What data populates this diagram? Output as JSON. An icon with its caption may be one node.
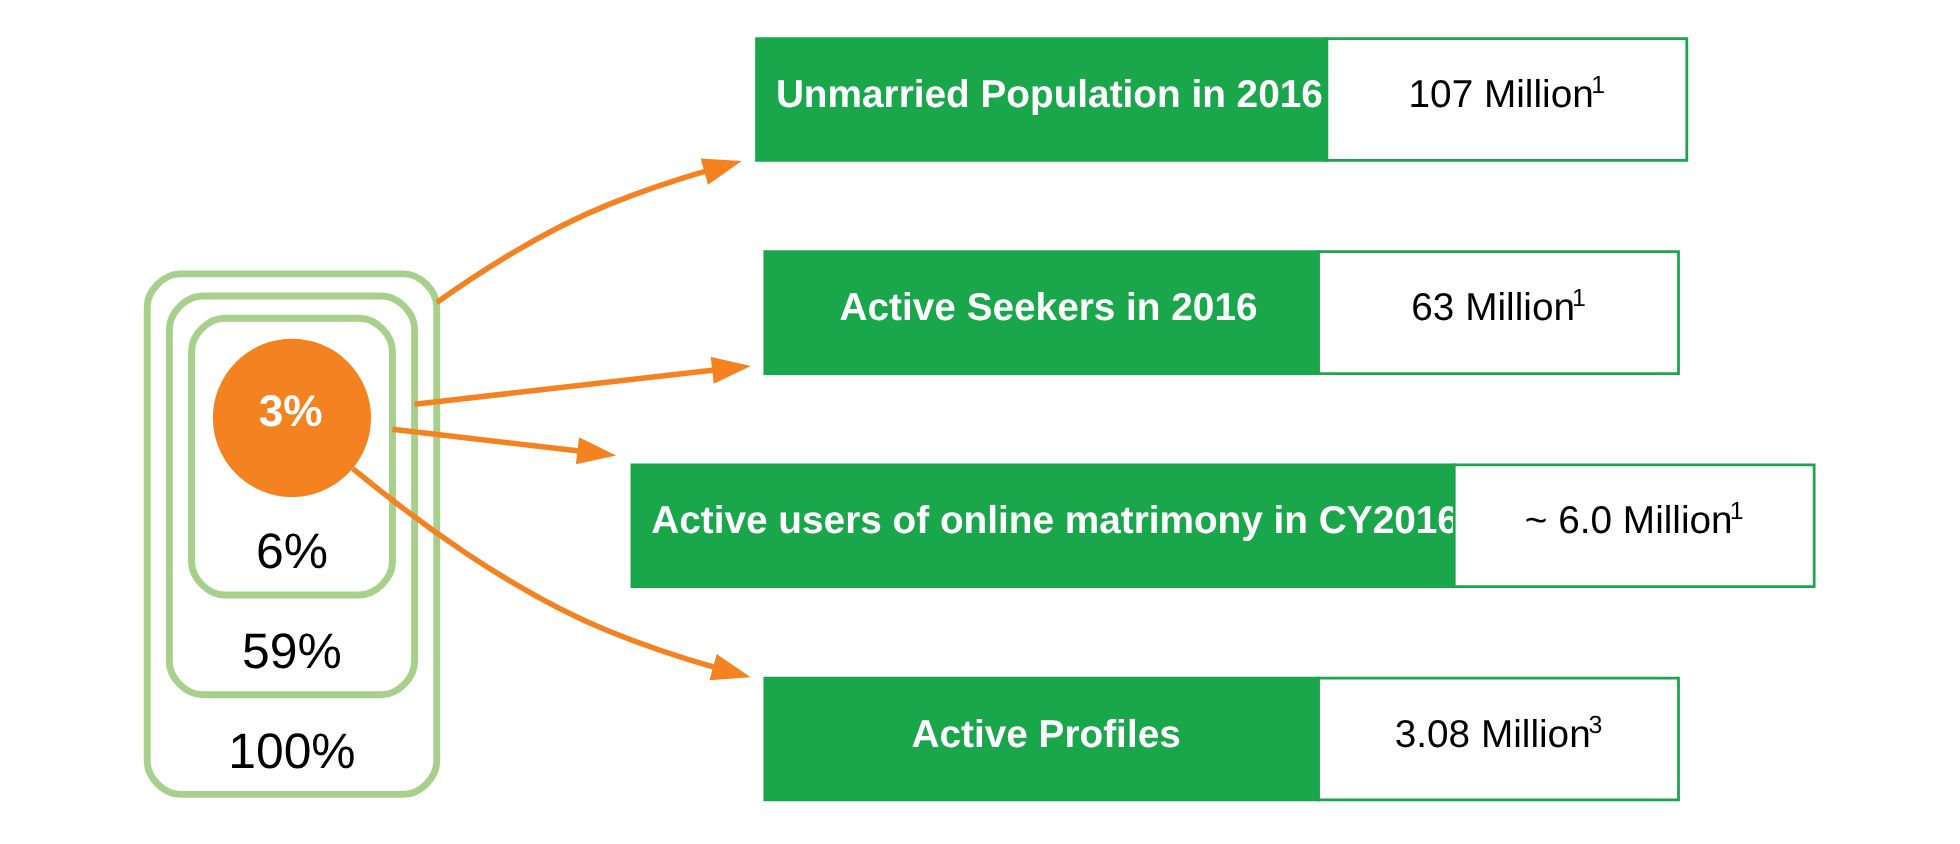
{
  "diagram": {
    "nodes": [
      {
        "text": [
          "100%"
        ]
      },
      {
        "text": [
          "59%"
        ],
        "in": 0
      },
      {
        "text": [
          "6%"
        ],
        "in": 1
      },
      {
        "text": [
          "3%"
        ],
        "in": 2
      },
      {
        "text": [
          "Unmarried Population in 2016"
        ],
        "beside": [
          "107 Million$^{1}$"
        ]
      },
      {
        "text": [
          "Active Seekers in 2016"
        ],
        "beside": [
          "63 Million$^{1}$"
        ]
      },
      {
        "text": [
          "Active users of online matrimony in CY2016"
        ],
        "beside": [
          "~ 6.0 Million$^{1}$"
        ]
      },
      {
        "text": [
          "Active Profiles"
        ],
        "beside": [
          "3.08 Million$^{3}$"
        ]
      }
    ],
    "edges": [
      {
        "from": 0,
        "to": 4,
        "arrow": "to"
      },
      {
        "from": 1,
        "to": 5,
        "arrow": "to"
      },
      {
        "from": 2,
        "to": 6,
        "arrow": "to"
      },
      {
        "from": 3,
        "to": 7,
        "arrow": "to"
      }
    ]
  }
}
